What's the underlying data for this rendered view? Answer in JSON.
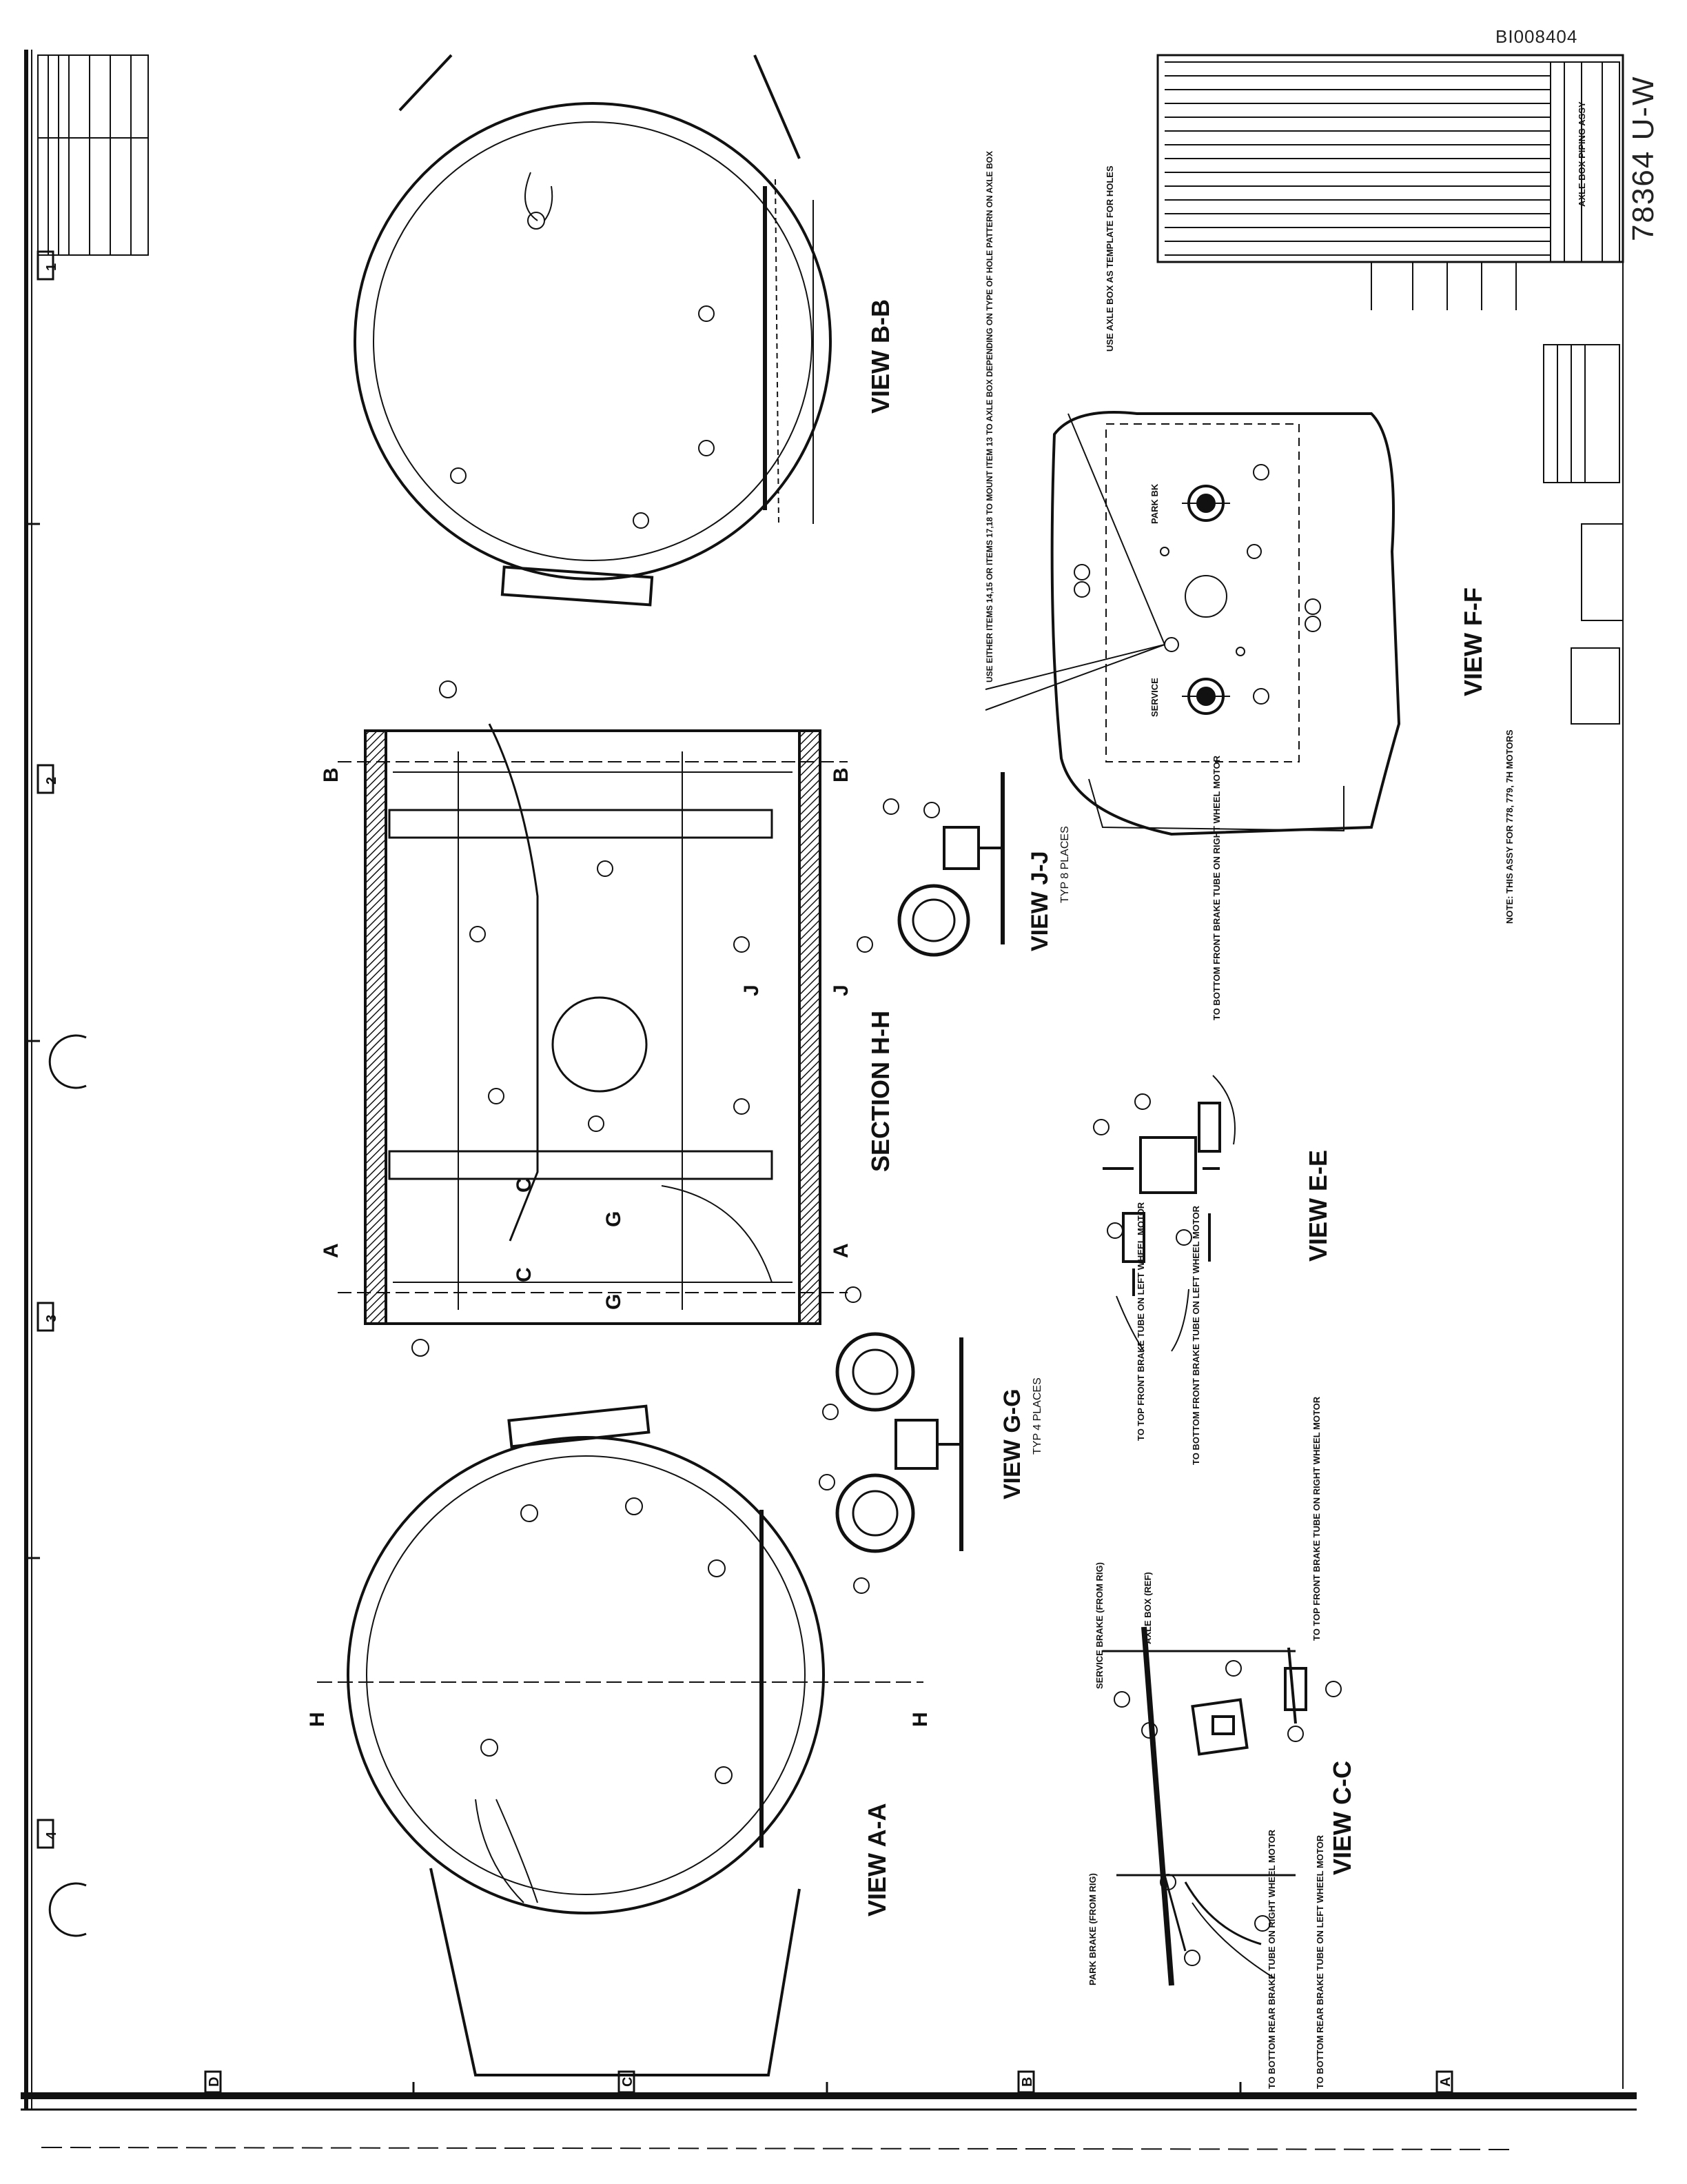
{
  "document": {
    "id_stamp": "BI008404",
    "drawing_number": "78364 U-W"
  },
  "views": {
    "view_aa": "VIEW A-A",
    "view_bb": "VIEW B-B",
    "section_hh": "SECTION H-H",
    "view_cc": "VIEW C-C",
    "view_ee": "VIEW E-E",
    "view_ff": "VIEW F-F",
    "view_gg": "VIEW G-G",
    "view_gg_note": "TYP 4 PLACES",
    "view_jj": "VIEW J-J",
    "view_jj_note": "TYP 8 PLACES"
  },
  "callouts": {
    "service_brake": "SERVICE BRAKE (FROM RIG)",
    "park_brake": "PARK BRAKE (FROM RIG)",
    "axle_box": "AXLE BOX (REF)",
    "top_front_right": "TO TOP FRONT BRAKE TUBE ON RIGHT WHEEL MOTOR",
    "bottom_rear_right": "TO BOTTOM REAR BRAKE TUBE ON RIGHT WHEEL MOTOR",
    "bottom_rear_left": "TO BOTTOM REAR BRAKE TUBE ON LEFT WHEEL MOTOR",
    "top_front_left": "TO TOP FRONT BRAKE TUBE ON LEFT WHEEL MOTOR",
    "bottom_front_left": "TO BOTTOM FRONT BRAKE TUBE ON LEFT WHEEL MOTOR",
    "bottom_front_right": "TO BOTTOM FRONT BRAKE TUBE ON RIGHT WHEEL MOTOR",
    "ff_service": "SERVICE",
    "ff_park": "PARK BK",
    "ff_holes": "USE AXLE BOX AS TEMPLATE FOR HOLES",
    "ff_note": "USE EITHER ITEMS 14,15 OR ITEMS 17,18 TO MOUNT ITEM 13 TO AXLE BOX DEPENDING ON TYPE OF HOLE PATTERN ON AXLE BOX",
    "bottom_note": "NOTE: THIS ASSY FOR 778, 779, 7H MOTORS"
  },
  "title_block": {
    "title": "AXLE BOX PIPING ASSY"
  },
  "zones": {
    "rows": [
      "A",
      "B",
      "C",
      "D"
    ],
    "cols": [
      "1",
      "2",
      "3",
      "4"
    ]
  },
  "section_markers": {
    "a": "A",
    "b": "B",
    "c": "C",
    "h": "H",
    "j": "J",
    "g": "G"
  }
}
